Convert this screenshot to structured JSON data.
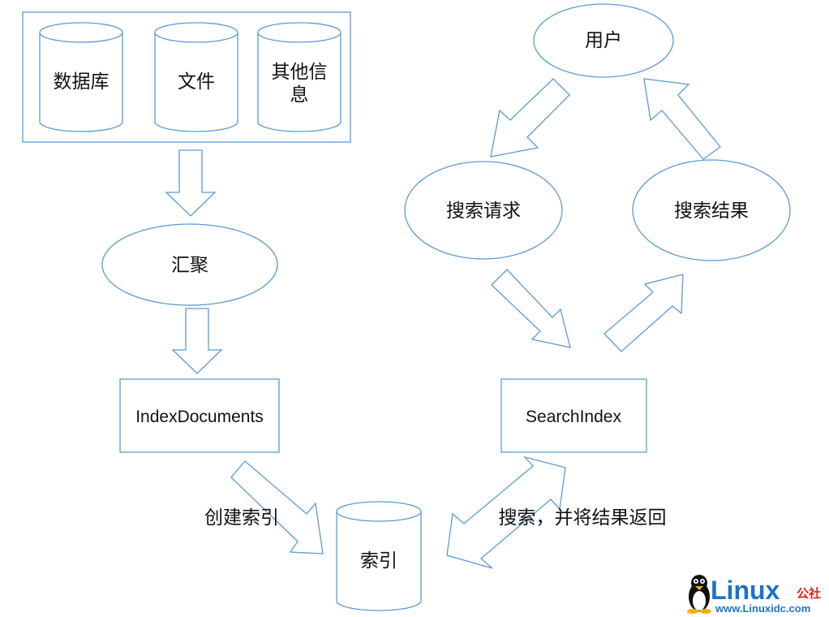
{
  "nodes": {
    "database": "数据库",
    "file": "文件",
    "other_info_line1": "其他信",
    "other_info_line2": "息",
    "aggregate": "汇聚",
    "index_documents": "IndexDocuments",
    "index_store": "索引",
    "user": "用户",
    "search_request": "搜索请求",
    "search_result": "搜索结果",
    "search_index": "SearchIndex"
  },
  "edge_labels": {
    "create_index": "创建索引",
    "search_and_return": "搜索，并将结果返回"
  },
  "watermark": {
    "brand": "Linux",
    "brand_cn": "公社",
    "url": "www.Linuxidc.com"
  },
  "colors": {
    "stroke": "#5b9bd5",
    "text": "#111111",
    "watermark_blue": "#1a73c9",
    "watermark_red": "#e2231a"
  }
}
